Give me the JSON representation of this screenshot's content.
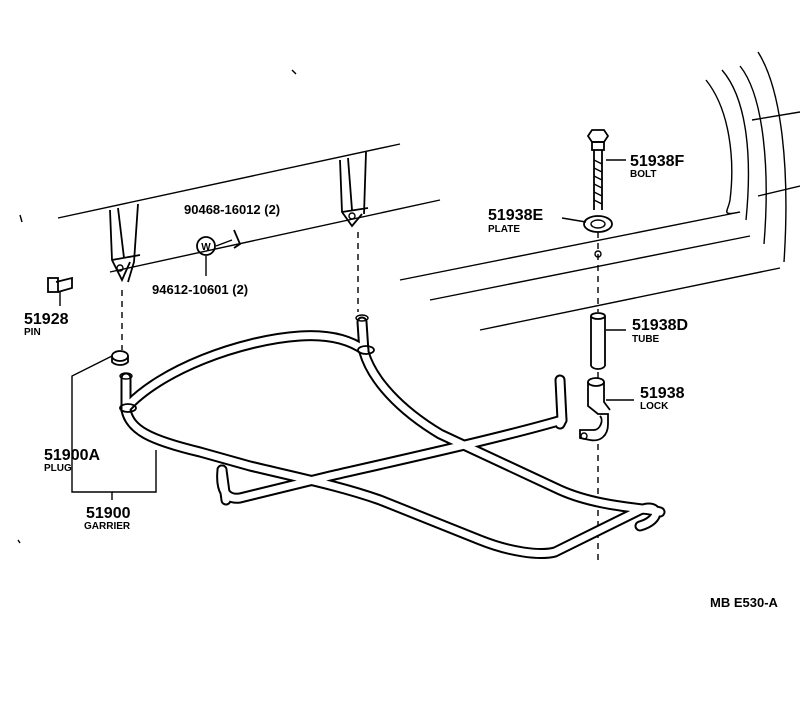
{
  "parts": [
    {
      "number": "51938F",
      "name": "BOLT"
    },
    {
      "number": "51938E",
      "name": "PLATE"
    },
    {
      "number": "51938D",
      "name": "TUBE"
    },
    {
      "number": "51938",
      "name": "LOCK"
    },
    {
      "number": "51928",
      "name": "PIN"
    },
    {
      "number": "51900A",
      "name": "PLUG"
    },
    {
      "number": "51900",
      "name": "GARRIER"
    }
  ],
  "callouts": {
    "nut_clip": "90468-16012 (2)",
    "washer": "94612-10601 (2)"
  },
  "washer_mark": "W",
  "figure_code": "MB E530-A"
}
